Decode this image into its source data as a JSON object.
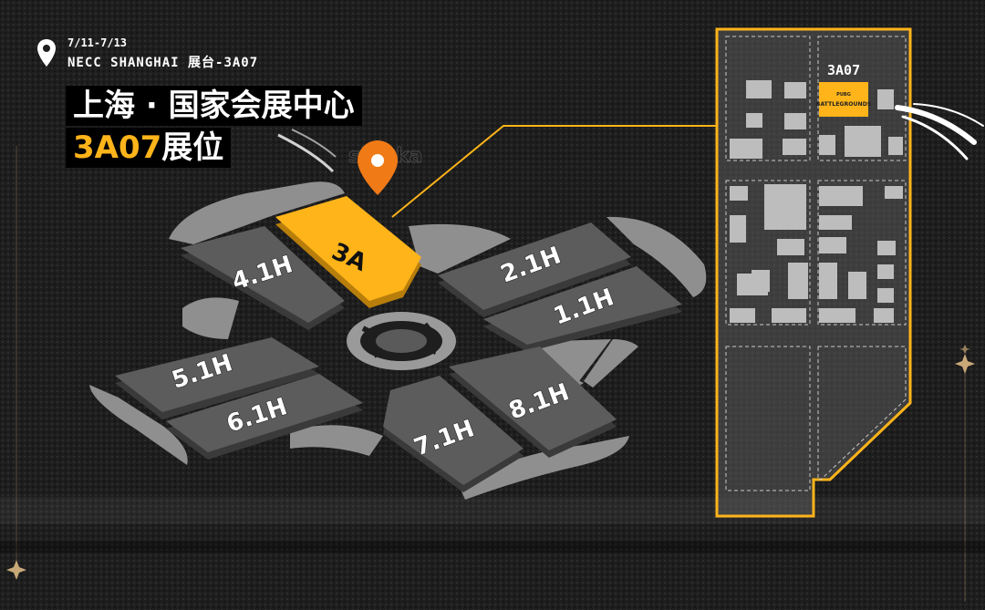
{
  "event": {
    "dates": "7/11-7/13",
    "venue_en": "NECC SHANGHAI",
    "booth_label": "展台-3A07"
  },
  "headline": {
    "line1": "上海 · 国家会展中心",
    "booth_code": "3A07",
    "booth_suffix": "展位"
  },
  "map": {
    "halls": [
      {
        "id": "4.1H",
        "label": "4.1H",
        "highlighted": false
      },
      {
        "id": "3A",
        "label": "3A",
        "highlighted": true
      },
      {
        "id": "2.1H",
        "label": "2.1H",
        "highlighted": false
      },
      {
        "id": "1.1H",
        "label": "1.1H",
        "highlighted": false
      },
      {
        "id": "5.1H",
        "label": "5.1H",
        "highlighted": false
      },
      {
        "id": "6.1H",
        "label": "6.1H",
        "highlighted": false
      },
      {
        "id": "7.1H",
        "label": "7.1H",
        "highlighted": false
      },
      {
        "id": "8.1H",
        "label": "8.1H",
        "highlighted": false
      }
    ],
    "ghost_text": "shinka"
  },
  "detail": {
    "booth_label": "3A07",
    "brand_small": "PUBG",
    "brand_name": "BATTLEGROUNDS"
  },
  "colors": {
    "accent": "#ffb41a",
    "hall_fill": "#5c5c5c",
    "hall_side": "#3a3a3a",
    "road": "#8f8f8f",
    "background": "#1e1e1e"
  },
  "icons": {
    "location": "map-pin-icon"
  }
}
